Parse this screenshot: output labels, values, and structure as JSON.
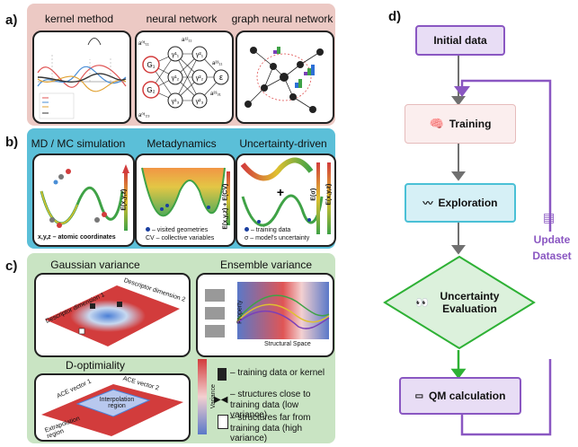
{
  "panels": {
    "a": {
      "label": "a)",
      "titles": [
        "kernel method",
        "neural network",
        "graph neural network"
      ],
      "nn_nodes": {
        "g1": "G₁",
        "g2": "G₂",
        "y1": "γ¹₁",
        "y2": "γ¹₂",
        "y3": "γ¹₃",
        "y21": "γ²₁",
        "y22": "γ²₂",
        "y23": "γ²₃",
        "eps": "ε",
        "a11": "a⁰¹₁₁",
        "a23": "a⁰¹₂₃",
        "a12": "a¹²₁₁",
        "a232": "a²³₁₁",
        "a31": "a²³₃₁"
      }
    },
    "b": {
      "label": "b)",
      "titles": [
        "MD / MC simulation",
        "Metadynamics",
        "Uncertainty-driven"
      ],
      "md_caption": "x,y,z – atomic coordinates",
      "md_axis": "E(x,y,z)",
      "meta_caption_1": "– visited geometries",
      "meta_caption_2": "CV – collective variables",
      "meta_axis": "E(x,y,z) + E(CV)",
      "unc_caption_1": "– training data",
      "unc_caption_2": "σ – model's uncertainty",
      "unc_axis_1": "E(σ)",
      "unc_axis_2": "E(x,y,z)"
    },
    "c": {
      "label": "c)",
      "titles": [
        "Gaussian variance",
        "Ensemble variance",
        "D-optimiality"
      ],
      "descriptor_1": "Descriptor dimension 1",
      "descriptor_2": "Descriptor dimension 2",
      "property": "Property",
      "structural_space": "Structural Space",
      "ace_1": "ACE vector 1",
      "ace_2": "ACE vector 2",
      "interpolation": "Interpolation region",
      "extrapolation": "Extrapolation region",
      "variance": "Variance",
      "legend": [
        "– training data or kernel",
        "– structures close to training data (low variance)",
        "– structures far from training data (high variance)"
      ]
    },
    "d": {
      "label": "d)",
      "initial": "Initial data",
      "training": "Training",
      "exploration": "Exploration",
      "uncertainty": "Uncertainty Evaluation",
      "qm": "QM calculation",
      "update": "Update Dataset"
    }
  },
  "colors": {
    "panel_a_bg": "#ecc9c4",
    "panel_b_bg": "#5bbfd8",
    "panel_c_bg": "#c9e4c3",
    "purple": "#8a57c2",
    "green": "#2eb135",
    "cyan": "#4ac0d6",
    "pink_border": "#e6bcbc"
  }
}
